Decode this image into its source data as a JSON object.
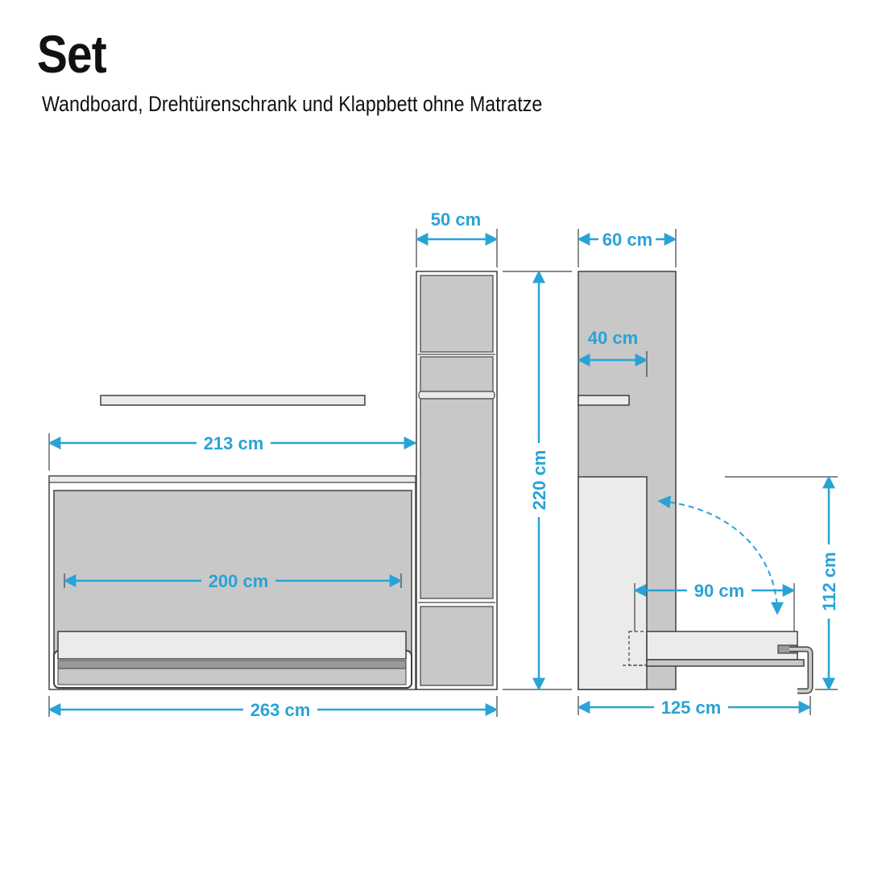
{
  "title": "Set",
  "subtitle": "Wandboard, Drehtürenschrank und Klappbett ohne Matratze",
  "colors": {
    "dimension": "#29a3d6",
    "outline": "#404040",
    "panel_fill": "#c8c8c8",
    "light_fill": "#ebebeb",
    "text": "#111111"
  },
  "dimensions": {
    "wardrobe_width": "50 cm",
    "side_depth": "60 cm",
    "shelf_depth": "40 cm",
    "board_width": "213 cm",
    "height": "220 cm",
    "bed_width": "200 cm",
    "open_height": "112 cm",
    "bed_extension": "90 cm",
    "total_width": "263 cm",
    "total_depth": "125 cm"
  }
}
